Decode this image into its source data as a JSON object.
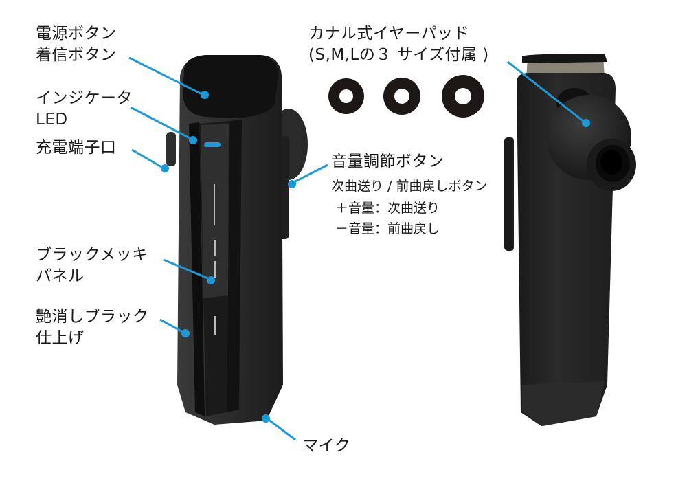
{
  "callouts": {
    "power_button": {
      "line1": "電源ボタン",
      "line2": "着信ボタン"
    },
    "indicator_led": {
      "line1": "インジケータ",
      "line2": "LED"
    },
    "charging_port": {
      "line1": "充電端子口"
    },
    "black_plated_panel": {
      "line1": "ブラックメッキ",
      "line2": "パネル"
    },
    "matte_black_finish": {
      "line1": "艶消しブラック",
      "line2": "仕上げ"
    },
    "microphone": {
      "line1": "マイク"
    },
    "ear_pad": {
      "line1": "カナル式イヤーパッド",
      "line2": "(S,M,Lの３ サイズ付属 )"
    },
    "volume_button": {
      "line1": "音量調節ボタン",
      "line2": "次曲送り / 前曲戻しボタン",
      "line3": "＋音量：次曲送り",
      "line4": "－音量：前曲戻し"
    }
  },
  "ear_pad_sizes": [
    "S",
    "M",
    "L"
  ],
  "colors": {
    "callout_line": "#1a9ad9",
    "led": "#1e9be0",
    "device_body": "#262626",
    "text": "#1a1a1a"
  }
}
